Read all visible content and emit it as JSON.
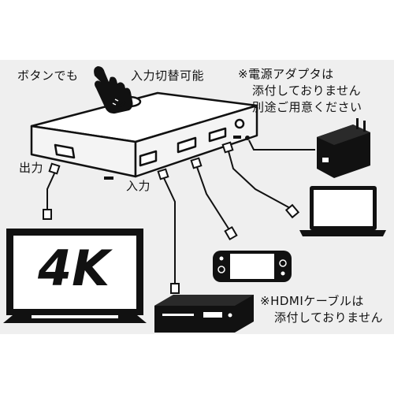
{
  "labels": {
    "button_switch_prefix": "ボタンでも",
    "button_switch_suffix": "入力切替可能",
    "output": "出力",
    "input": "入力",
    "badge_4k": "4K"
  },
  "notes": {
    "adapter_line1": "※電源アダプタは",
    "adapter_line2": "添付しておりません",
    "adapter_line3": "別途ご用意ください",
    "hdmi_line1": "※HDMIケーブルは",
    "hdmi_line2": "添付しておりません"
  },
  "colors": {
    "panel": "#efefef",
    "ink": "#111111",
    "device_top": "#ffffff",
    "device_side": "#f4f4f4"
  }
}
